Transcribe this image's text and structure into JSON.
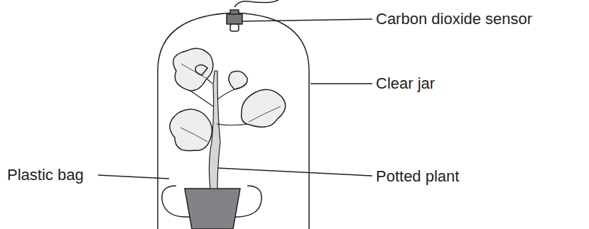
{
  "diagram": {
    "labels": [
      "Carbon dioxide sensor",
      "Clear jar",
      "Plastic bag",
      "Potted plant"
    ]
  }
}
